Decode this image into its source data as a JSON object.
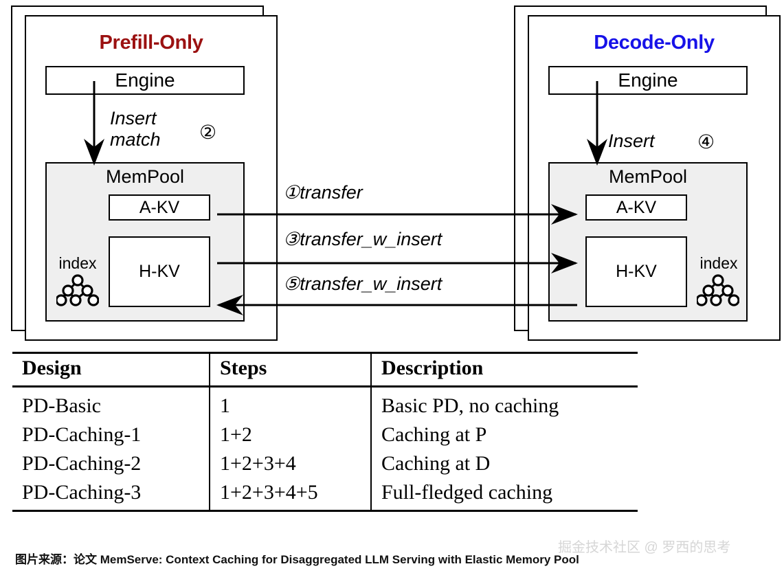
{
  "diagram": {
    "left_panel": {
      "title": "Prefill-Only",
      "title_color": "#9b1111",
      "engine": "Engine",
      "insert_line1": "Insert",
      "insert_line2": "match",
      "step_number": "②",
      "mempool": "MemPool",
      "akv": "A-KV",
      "hkv": "H-KV",
      "index": "index"
    },
    "right_panel": {
      "title": "Decode-Only",
      "title_color": "#1712e8",
      "engine": "Engine",
      "insert_line1": "Insert",
      "step_number": "④",
      "mempool": "MemPool",
      "akv": "A-KV",
      "hkv": "H-KV",
      "index": "index"
    },
    "arrows": [
      {
        "label": "①transfer",
        "direction": "right"
      },
      {
        "label": "③transfer_w_insert",
        "direction": "right"
      },
      {
        "label": "⑤transfer_w_insert",
        "direction": "left"
      }
    ]
  },
  "table": {
    "headers": [
      "Design",
      "Steps",
      "Description"
    ],
    "rows": [
      [
        "PD-Basic",
        "1",
        "Basic PD, no caching"
      ],
      [
        "PD-Caching-1",
        "1+2",
        "Caching at P"
      ],
      [
        "PD-Caching-2",
        "1+2+3+4",
        "Caching at D"
      ],
      [
        "PD-Caching-3",
        "1+2+3+4+5",
        "Full-fledged caching"
      ]
    ]
  },
  "caption": {
    "text": "图片来源：论文 MemServe: Context Caching for Disaggregated LLM Serving with Elastic Memory Pool"
  },
  "watermark": {
    "text": "掘金技术社区 @ 罗西的思考"
  }
}
